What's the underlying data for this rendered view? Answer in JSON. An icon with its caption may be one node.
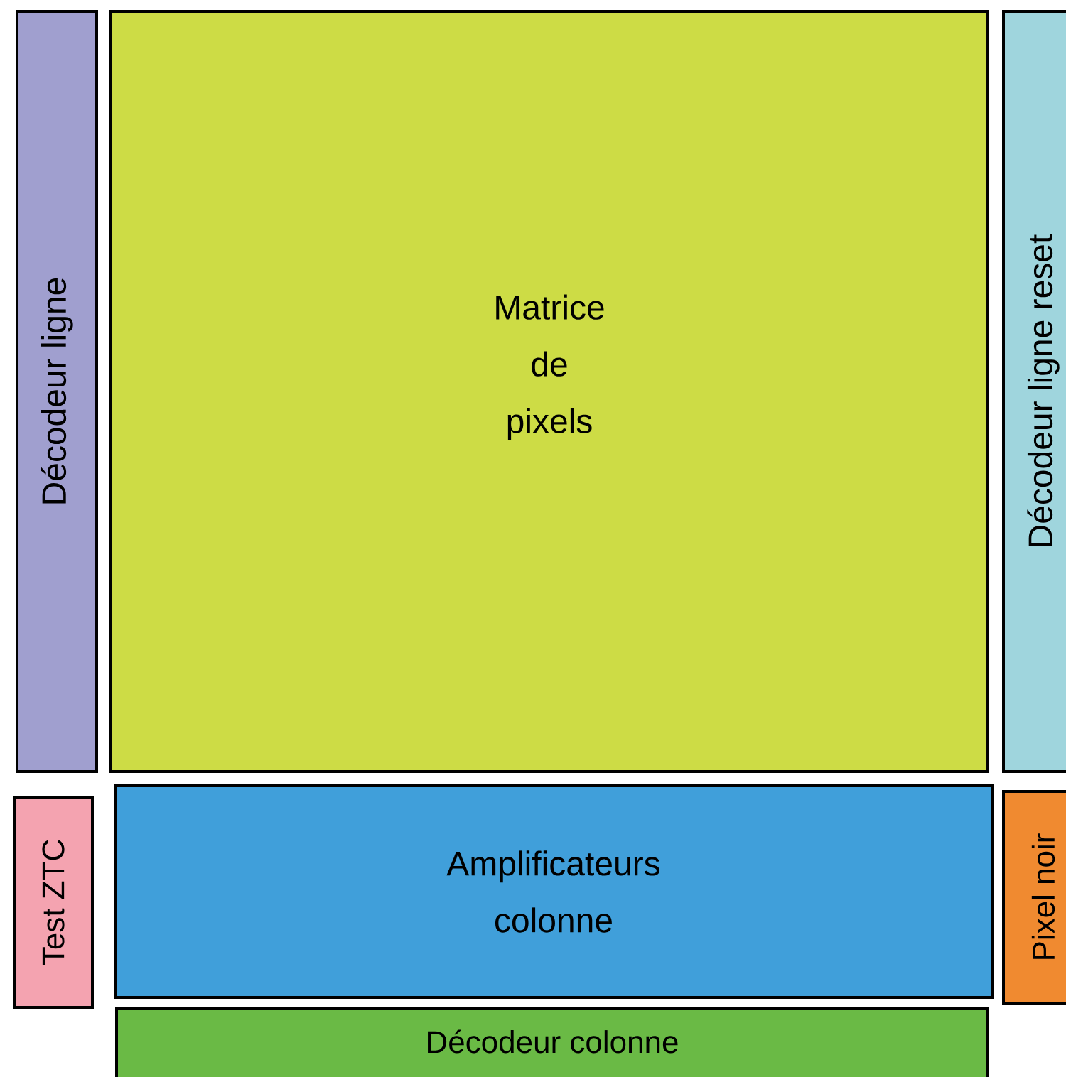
{
  "diagram": {
    "nodes": [
      {
        "text": [
          "Décodeur ligne"
        ]
      },
      {
        "text": [
          "Matrice de pixels"
        ]
      },
      {
        "text": [
          "Décodeur ligne reset"
        ]
      },
      {
        "text": [
          "Test ZTC"
        ]
      },
      {
        "text": [
          "Amplificateurs colonne"
        ]
      },
      {
        "text": [
          "Pixel noir"
        ]
      },
      {
        "text": [
          "Décodeur colonne"
        ]
      }
    ]
  }
}
